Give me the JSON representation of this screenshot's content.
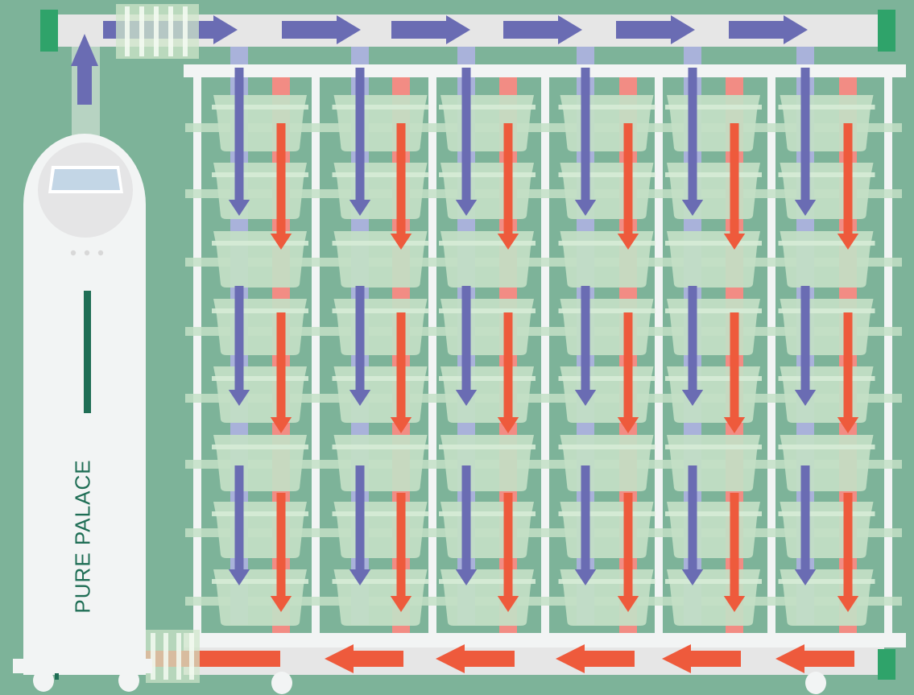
{
  "brand": {
    "label": "PURE PALACE"
  },
  "colors": {
    "background": "#7db399",
    "supply_air": "#6a6cb3",
    "return_air": "#ee5a3c",
    "supply_stripe": "#a9b2da",
    "return_stripe": "#f28c84",
    "rack_frame": "#f2f4f4",
    "tray": "#c3dfc6",
    "duct": "#e6e6e6",
    "brand_text": "#1f6e55",
    "indicator": "#1f6e55",
    "filter": "#cfe6c9",
    "green_end_cap": "#2fa36a"
  },
  "rack": {
    "columns": 6,
    "tiers_per_column": 8
  },
  "airflow": {
    "top_duct_arrows": 6,
    "bottom_duct_arrows": 5,
    "supply_direction": "right",
    "return_direction": "left"
  },
  "icons": {
    "unit": "air-purifier-tower-icon",
    "supply": "arrow-right-icon",
    "return": "arrow-left-icon",
    "column_supply": "arrow-down-icon",
    "column_return": "arrow-down-icon",
    "intake": "arrow-up-icon"
  }
}
